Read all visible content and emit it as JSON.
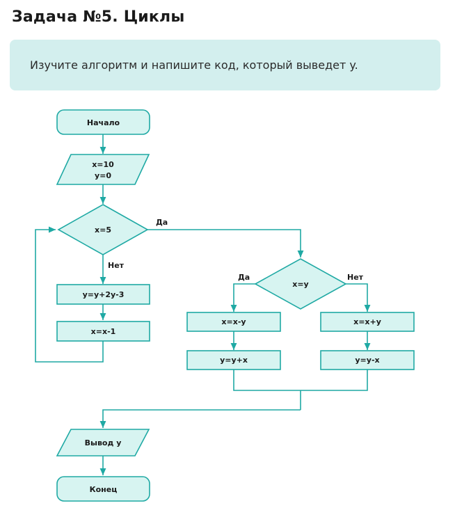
{
  "title": "Задача №5. Циклы",
  "task": "Изучите алгоритм и напишите код, который выведет y.",
  "colors": {
    "fill": "#d7f4f1",
    "stroke": "#1fa9a4",
    "task_bg": "#d3efee"
  },
  "flowchart": {
    "start": "Начало",
    "init_line1": "x=10",
    "init_line2": "y=0",
    "cond_outer": "x=5",
    "yes": "Да",
    "no": "Нет",
    "loop_step1": "y=y+2y-3",
    "loop_step2": "x=x-1",
    "cond_inner": "x=y",
    "yes_inner": "Да",
    "no_inner": "Нет",
    "left_step1": "x=x-y",
    "left_step2": "y=y+x",
    "right_step1": "x=x+y",
    "right_step2": "y=y-x",
    "output": "Вывод y",
    "end": "Конец"
  }
}
